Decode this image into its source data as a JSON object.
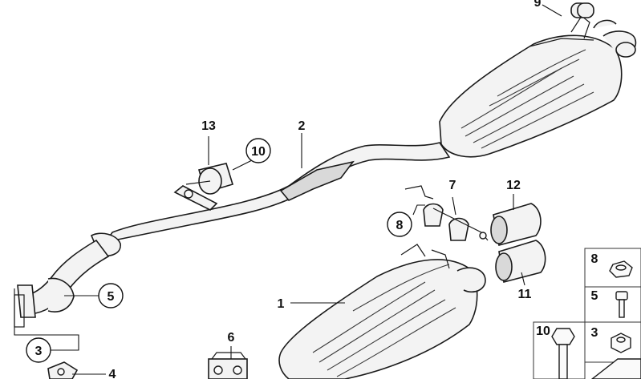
{
  "callouts": {
    "c1": "1",
    "c2": "2",
    "c3": "3",
    "c4": "4",
    "c5": "5",
    "c6": "6",
    "c7": "7",
    "c8": "8",
    "c9": "9",
    "c10": "10",
    "c11": "11",
    "c12": "12",
    "c13": "13"
  },
  "hardware": {
    "h8": "8",
    "h5": "5",
    "h10": "10",
    "h3": "3"
  }
}
